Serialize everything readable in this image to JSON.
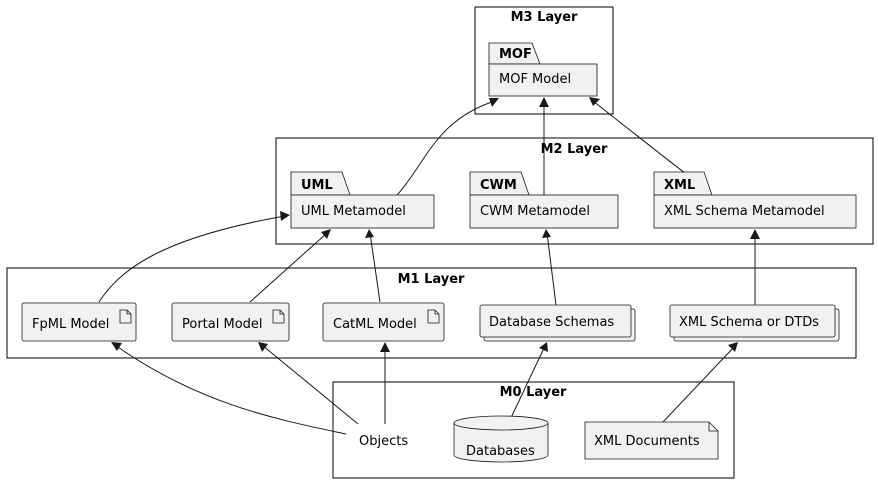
{
  "layers": {
    "m3": {
      "title": "M3 Layer"
    },
    "m2": {
      "title": "M2 Layer"
    },
    "m1": {
      "title": "M1 Layer"
    },
    "m0": {
      "title": "M0 Layer"
    }
  },
  "packages": {
    "mof": {
      "name": "MOF",
      "element": "MOF Model"
    },
    "uml": {
      "name": "UML",
      "element": "UML Metamodel"
    },
    "cwm": {
      "name": "CWM",
      "element": "CWM Metamodel"
    },
    "xml": {
      "name": "XML",
      "element": "XML Schema Metamodel"
    }
  },
  "m1_nodes": {
    "fpml": "FpML Model",
    "portal": "Portal Model",
    "catml": "CatML Model",
    "db_schemas": "Database Schemas",
    "xml_schemas": "XML Schema or DTDs"
  },
  "m0_nodes": {
    "objects": "Objects",
    "databases": "Databases",
    "xml_documents": "XML Documents"
  },
  "relations": [
    {
      "from": "UML Metamodel",
      "to": "MOF Model"
    },
    {
      "from": "CWM Metamodel",
      "to": "MOF Model"
    },
    {
      "from": "XML Schema Metamodel",
      "to": "MOF Model"
    },
    {
      "from": "FpML Model",
      "to": "UML Metamodel"
    },
    {
      "from": "Portal Model",
      "to": "UML Metamodel"
    },
    {
      "from": "CatML Model",
      "to": "UML Metamodel"
    },
    {
      "from": "Database Schemas",
      "to": "CWM Metamodel"
    },
    {
      "from": "XML Schema or DTDs",
      "to": "XML Schema Metamodel"
    },
    {
      "from": "Objects",
      "to": "FpML Model"
    },
    {
      "from": "Objects",
      "to": "Portal Model"
    },
    {
      "from": "Objects",
      "to": "CatML Model"
    },
    {
      "from": "Databases",
      "to": "Database Schemas"
    },
    {
      "from": "XML Documents",
      "to": "XML Schema or DTDs"
    }
  ]
}
